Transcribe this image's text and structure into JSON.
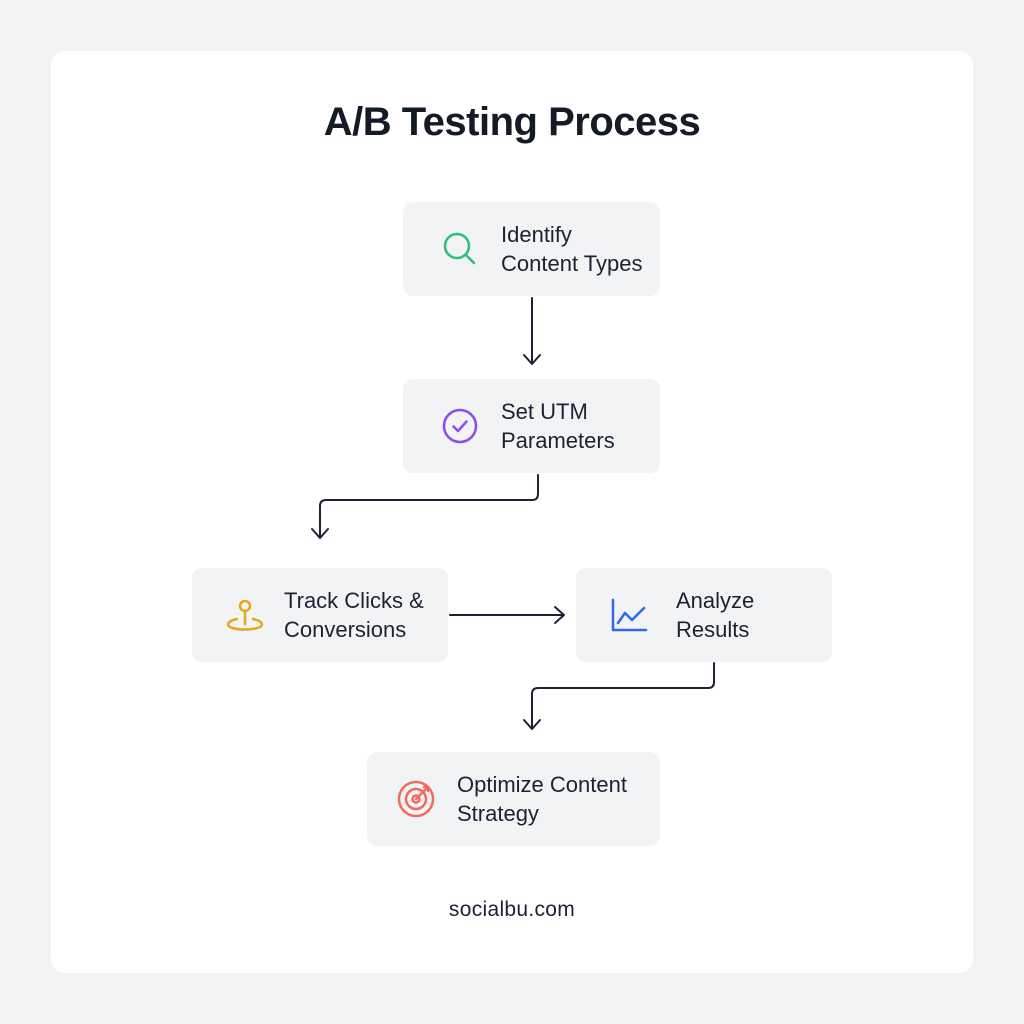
{
  "title": "A/B Testing Process",
  "steps": [
    {
      "id": "identify",
      "icon": "search-icon",
      "color": "#2bbf7a",
      "lines": [
        "Identify",
        "Content Types"
      ]
    },
    {
      "id": "utm",
      "icon": "check-circle-icon",
      "color": "#8b4cf0",
      "lines": [
        "Set UTM",
        "Parameters"
      ]
    },
    {
      "id": "track",
      "icon": "location-pin-icon",
      "color": "#e6a817",
      "lines": [
        "Track Clicks &",
        "Conversions"
      ]
    },
    {
      "id": "analyze",
      "icon": "line-chart-icon",
      "color": "#2f6be8",
      "lines": [
        "Analyze",
        "Results"
      ]
    },
    {
      "id": "optimize",
      "icon": "target-icon",
      "color": "#ef6b5f",
      "lines": [
        "Optimize Content",
        "Strategy"
      ]
    }
  ],
  "footer": "socialbu.com",
  "colors": {
    "page_bg": "#f2f3f5",
    "card_bg": "#ffffff",
    "step_bg": "#f2f3f5",
    "text": "#1c2233",
    "arrow": "#1c2233"
  }
}
